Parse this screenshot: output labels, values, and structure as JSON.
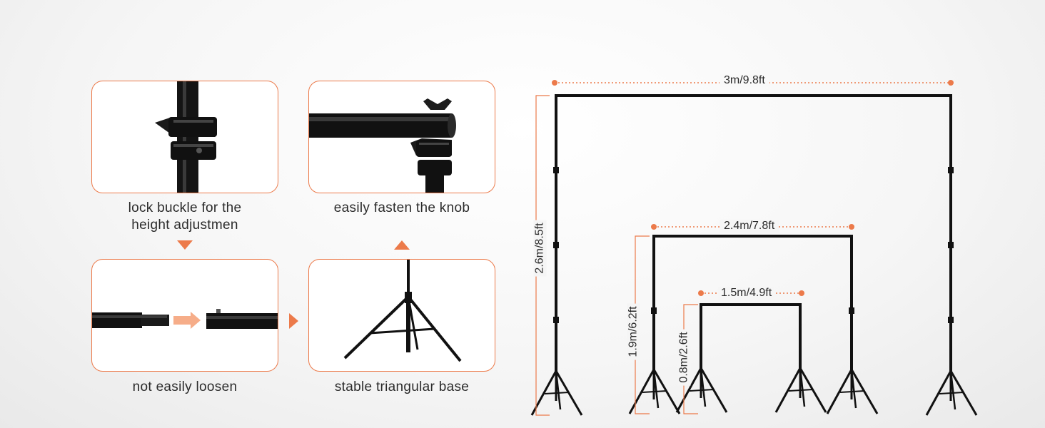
{
  "accent_color": "#ec7a4a",
  "features": {
    "lock_buckle": {
      "caption": "lock buckle for the height adjustmen"
    },
    "fasten_knob": {
      "caption": "easily fasten the knob"
    },
    "not_loosen": {
      "caption": "not easily loosen"
    },
    "triangular_base": {
      "caption": "stable triangular base"
    }
  },
  "dimensions": {
    "large": {
      "width": "3m/9.8ft",
      "height": "2.6m/8.5ft"
    },
    "medium": {
      "width": "2.4m/7.8ft",
      "height": "1.9m/6.2ft"
    },
    "small": {
      "width": "1.5m/4.9ft",
      "height": "0.8m/2.6ft"
    }
  }
}
